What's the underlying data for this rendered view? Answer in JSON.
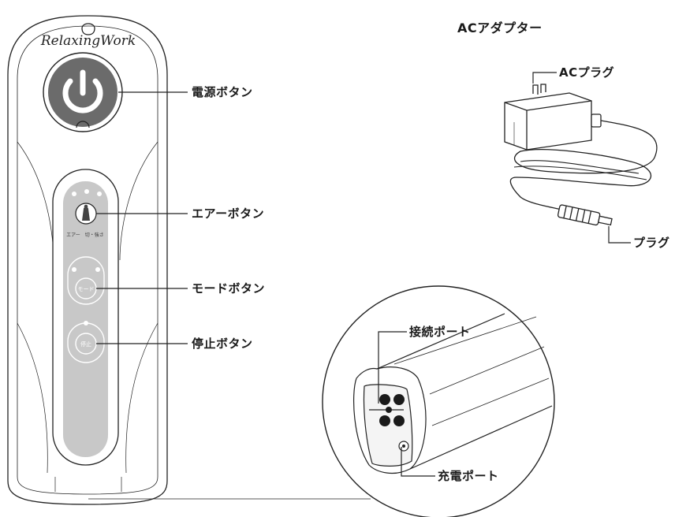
{
  "logo": {
    "text": "RelaxingWork"
  },
  "adapter": {
    "title": "ACアダプター",
    "ac_plug": "ACプラグ",
    "plug": "プラグ"
  },
  "callouts": {
    "power": "電源ボタン",
    "air": "エアーボタン",
    "mode": "モードボタン",
    "stop": "停止ボタン",
    "connect_port": "接続ポート",
    "charge_port": "充電ポート"
  },
  "panel": {
    "air_caption": "エアー　切・強さ",
    "mode_label": "モード",
    "stop_label": "停止"
  },
  "colors": {
    "line": "#222222",
    "button_gray": "#6b6b6b",
    "panel_gray": "#c8c8c8",
    "port_black": "#1a1a1a"
  }
}
